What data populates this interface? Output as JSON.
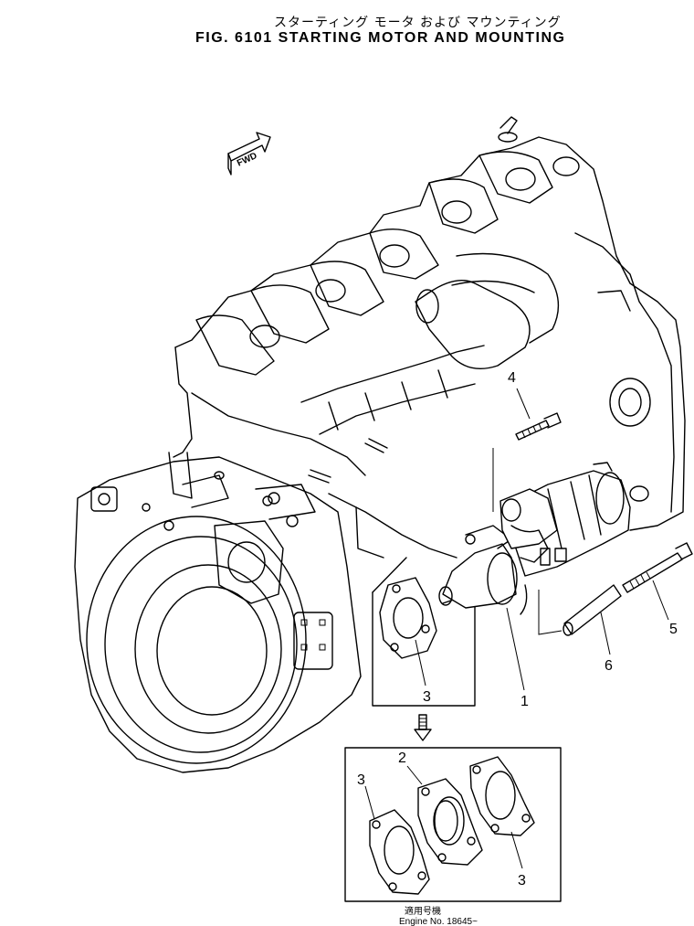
{
  "title": {
    "japanese": "スターティング モータ および マウンティング",
    "english": "FIG. 6101  STARTING MOTOR AND MOUNTING"
  },
  "fwd_label": "FWD",
  "callouts": {
    "c1": "1",
    "c2": "2",
    "c3a": "3",
    "c3b": "3",
    "c3c": "3",
    "c4": "4",
    "c5": "5",
    "c6": "6"
  },
  "applicability": {
    "japanese": "適用号機",
    "english": "Engine  No.  18645~"
  }
}
